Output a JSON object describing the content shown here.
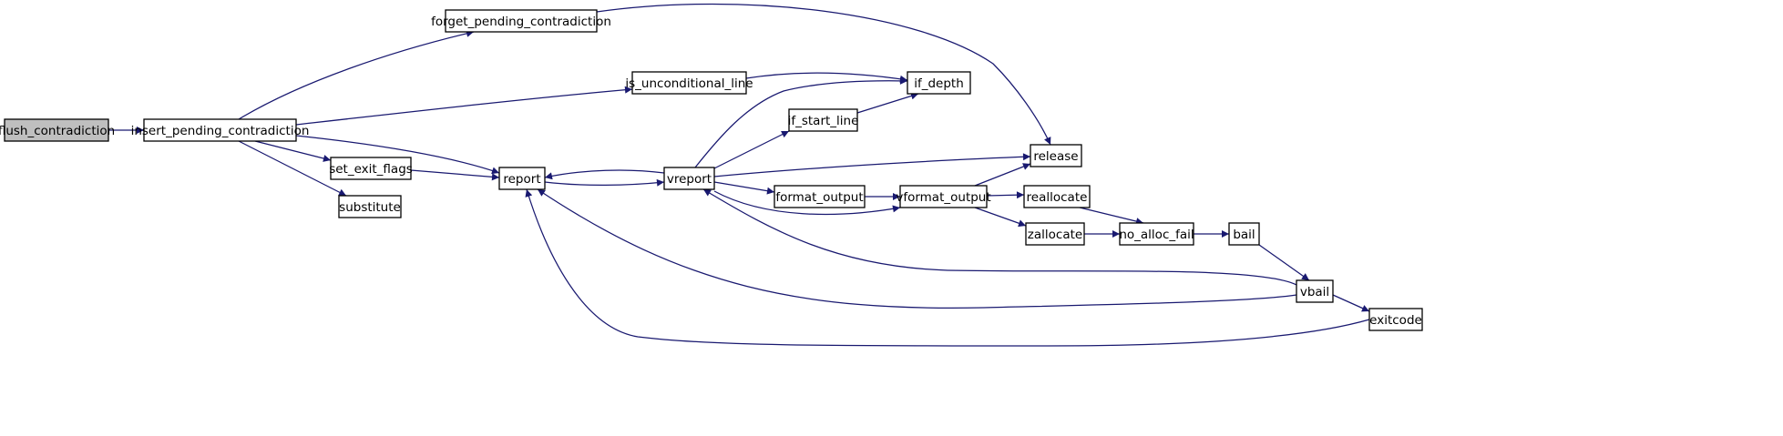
{
  "graph": {
    "colors": {
      "edge": "#191970",
      "node_fill": "#ffffff",
      "highlight_fill": "#bfbfbf",
      "node_stroke": "#000000"
    },
    "nodes": [
      {
        "id": "flush_contradiction",
        "label": "flush_contradiction",
        "highlight": true
      },
      {
        "id": "insert_pending_contradiction",
        "label": "insert_pending_contradiction"
      },
      {
        "id": "forget_pending_contradiction",
        "label": "forget_pending_contradiction"
      },
      {
        "id": "is_unconditional_line",
        "label": "is_unconditional_line"
      },
      {
        "id": "if_depth",
        "label": "if_depth"
      },
      {
        "id": "if_start_line",
        "label": "if_start_line"
      },
      {
        "id": "release",
        "label": "release"
      },
      {
        "id": "report",
        "label": "report"
      },
      {
        "id": "vreport",
        "label": "vreport"
      },
      {
        "id": "set_exit_flags",
        "label": "set_exit_flags"
      },
      {
        "id": "substitute",
        "label": "substitute"
      },
      {
        "id": "format_output",
        "label": "format_output"
      },
      {
        "id": "vformat_output",
        "label": "vformat_output"
      },
      {
        "id": "reallocate",
        "label": "reallocate"
      },
      {
        "id": "zallocate",
        "label": "zallocate"
      },
      {
        "id": "no_alloc_fail",
        "label": "no_alloc_fail"
      },
      {
        "id": "bail",
        "label": "bail"
      },
      {
        "id": "vbail",
        "label": "vbail"
      },
      {
        "id": "exitcode",
        "label": "exitcode"
      }
    ],
    "edges": [
      {
        "from": "flush_contradiction",
        "to": "insert_pending_contradiction"
      },
      {
        "from": "insert_pending_contradiction",
        "to": "forget_pending_contradiction"
      },
      {
        "from": "insert_pending_contradiction",
        "to": "is_unconditional_line"
      },
      {
        "from": "insert_pending_contradiction",
        "to": "report"
      },
      {
        "from": "insert_pending_contradiction",
        "to": "set_exit_flags"
      },
      {
        "from": "insert_pending_contradiction",
        "to": "substitute"
      },
      {
        "from": "forget_pending_contradiction",
        "to": "release"
      },
      {
        "from": "is_unconditional_line",
        "to": "if_depth"
      },
      {
        "from": "set_exit_flags",
        "to": "report"
      },
      {
        "from": "report",
        "to": "vreport"
      },
      {
        "from": "vreport",
        "to": "report"
      },
      {
        "from": "vreport",
        "to": "if_depth"
      },
      {
        "from": "vreport",
        "to": "if_start_line"
      },
      {
        "from": "vreport",
        "to": "release"
      },
      {
        "from": "vreport",
        "to": "format_output"
      },
      {
        "from": "vreport",
        "to": "vformat_output"
      },
      {
        "from": "if_start_line",
        "to": "if_depth"
      },
      {
        "from": "format_output",
        "to": "vformat_output"
      },
      {
        "from": "vformat_output",
        "to": "release"
      },
      {
        "from": "vformat_output",
        "to": "reallocate"
      },
      {
        "from": "vformat_output",
        "to": "zallocate"
      },
      {
        "from": "reallocate",
        "to": "no_alloc_fail"
      },
      {
        "from": "zallocate",
        "to": "no_alloc_fail"
      },
      {
        "from": "no_alloc_fail",
        "to": "bail"
      },
      {
        "from": "bail",
        "to": "vbail"
      },
      {
        "from": "vbail",
        "to": "vreport"
      },
      {
        "from": "vbail",
        "to": "report"
      },
      {
        "from": "vbail",
        "to": "exitcode"
      },
      {
        "from": "exitcode",
        "to": "report"
      }
    ]
  }
}
